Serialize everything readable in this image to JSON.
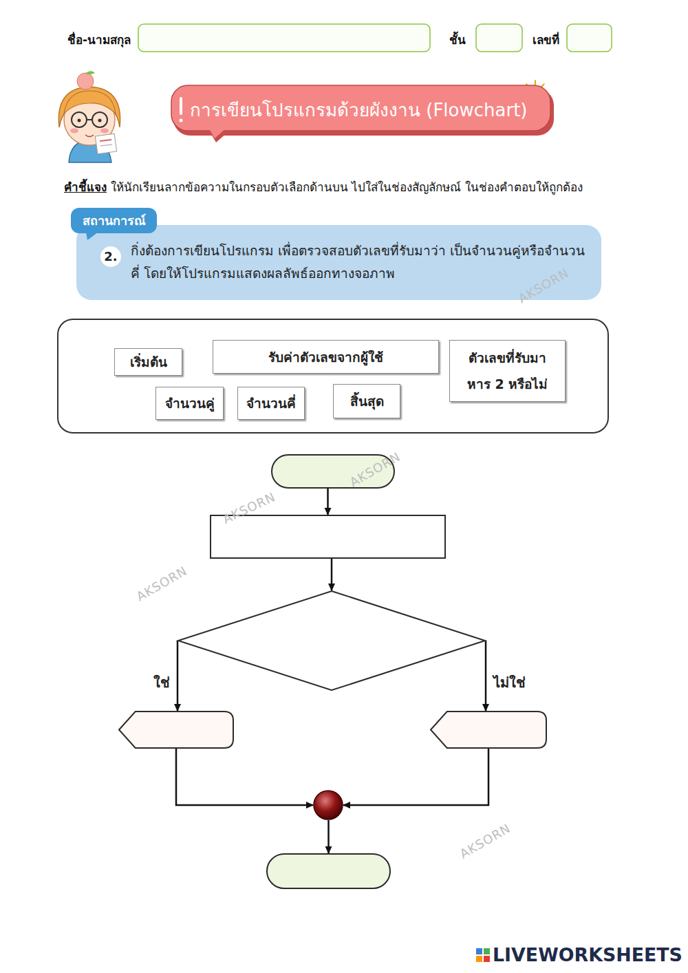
{
  "diagram": {
    "nodes": [
      {
        "text": [
          "ชื่อ-นามสกุล"
        ]
      },
      {
        "text": [
          "ชั้น"
        ]
      },
      {
        "text": [
          "เลขที่"
        ]
      },
      {
        "text": [
          "การเขียนโปรแกรมด้วยผังงาน (Flowchart)"
        ]
      },
      {
        "text": [
          "สถานการณ์"
        ]
      },
      {
        "text": [
          "2.",
          "กิ่งต้องการเขียนโปรแกรม เพื่อตรวจสอบตัวเลขที่รับมาว่า เป็นจำนวนคู่หรือจำนวนคี่ โดยให้โปรแกรมแสดงผลลัพธ์ออกทางจอภาพ"
        ]
      },
      {
        "text": []
      },
      {
        "text": [
          "เริ่มต้น"
        ],
        "in": 6
      },
      {
        "text": [
          "รับค่าตัวเลขจากผู้ใช้"
        ],
        "in": 6
      },
      {
        "text": [
          "ตัวเลขที่รับมา หาร 2 หรือไม่"
        ],
        "in": 6
      },
      {
        "text": [
          "จำนวนคู่"
        ],
        "in": 6
      },
      {
        "text": [
          "จำนวนคี่"
        ],
        "in": 6
      },
      {
        "text": [
          "สิ้นสุด"
        ],
        "in": 6
      },
      {
        "text": []
      },
      {
        "text": []
      },
      {
        "text": []
      },
      {
        "text": []
      },
      {
        "text": []
      },
      {
        "text": []
      },
      {
        "text": []
      }
    ],
    "edges": [
      {
        "from": 13,
        "to": 14,
        "arrow": "to"
      },
      {
        "from": 14,
        "to": 15,
        "arrow": "to"
      },
      {
        "from": 15,
        "to": 16,
        "label": "ใช่",
        "arrow": "to"
      },
      {
        "from": 15,
        "to": 17,
        "label": "ไม่ใช่",
        "arrow": "to"
      },
      {
        "from": 16,
        "to": 18,
        "arrow": "to"
      },
      {
        "from": 17,
        "to": 18,
        "arrow": "to"
      },
      {
        "from": 18,
        "to": 19,
        "arrow": "to"
      }
    ],
    "labels": [
      "คำชี้แจง",
      "ให้นักเรียนลากข้อความในกรอบตัวเลือกด้านบน ไปใส่ในช่องสัญลักษณ์ ในช่องคำตอบให้ถูกต้อง",
      "AKSORN",
      "AKSORN",
      "AKSORN",
      "AKSORN",
      "AKSORN",
      "LIVEWORKSHEETS"
    ]
  }
}
